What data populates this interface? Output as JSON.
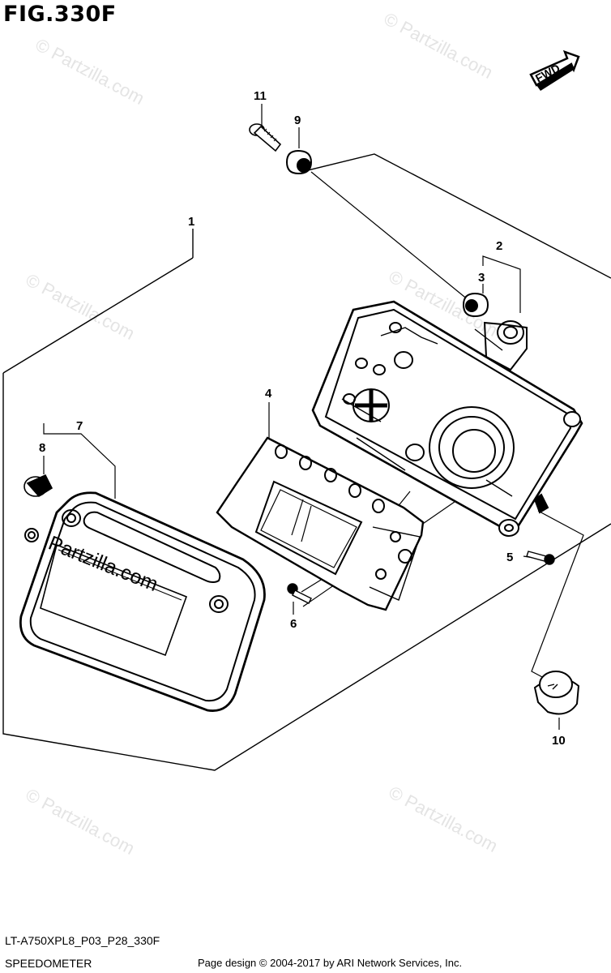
{
  "figure": {
    "title": "FIG.330F",
    "direction_label": "FWD",
    "model_code": "LT-A750XPL8_P03_P28_330F",
    "section_name": "SPEEDOMETER",
    "copyright": "Page design © 2004-2017 by ARI Network Services, Inc."
  },
  "watermark": {
    "text": "© Partzilla.com",
    "overlay_text": "Partzilla.com"
  },
  "callouts": [
    "1",
    "2",
    "3",
    "4",
    "5",
    "6",
    "7",
    "8",
    "9",
    "10",
    "11"
  ],
  "colors": {
    "line": "#000000",
    "background": "#ffffff",
    "watermark": "#e4e4e4"
  }
}
